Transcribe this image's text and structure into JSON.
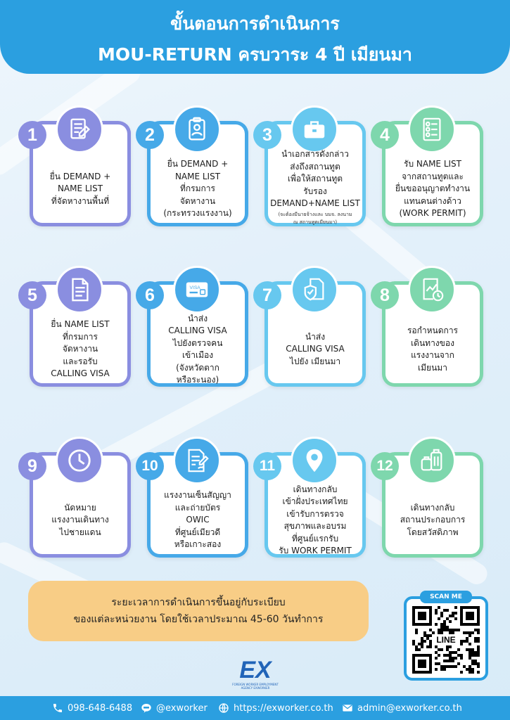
{
  "header": {
    "title_line1": "ขั้นตอนการดำเนินการ",
    "title_line2": "MOU-RETURN ครบวาระ 4 ปี เมียนมา"
  },
  "steps": [
    {
      "number": "1",
      "icon": "document-edit-icon",
      "lines": [
        "ยื่น DEMAND +",
        "NAME LIST",
        "ที่จัดหางานพื้นที่"
      ]
    },
    {
      "number": "2",
      "icon": "clipboard-person-icon",
      "lines": [
        "ยื่น DEMAND +",
        "NAME LIST",
        "ที่กรมการ",
        "จัดหางาน",
        "(กระทรวงแรงงาน)"
      ]
    },
    {
      "number": "3",
      "icon": "briefcase-icon",
      "lines": [
        "นำเอกสารดังกล่าว",
        "ส่งถึงสถานทูต",
        "เพื่อให้สถานทูต",
        "รับรอง",
        "DEMAND+NAME LIST"
      ],
      "note": [
        "(จะต้องมีนายจ้างและ บมจ. ลงนาม",
        "ณ สถานทูตเมียนมา)"
      ]
    },
    {
      "number": "4",
      "icon": "name-list-icon",
      "lines": [
        "รับ NAME LIST",
        "จากสถานทูตและ",
        "ยื่นขออนุญาตทำงาน",
        "แทนคนต่างด้าว",
        "(WORK PERMIT)"
      ]
    },
    {
      "number": "5",
      "icon": "document-lines-icon",
      "lines": [
        "ยื่น NAME LIST",
        "ที่กรมการ",
        "จัดหางาน",
        "และรอรับ",
        "CALLING VISA"
      ]
    },
    {
      "number": "6",
      "icon": "visa-card-icon",
      "icon_label": "VISA",
      "lines": [
        "นำส่ง",
        "CALLING VISA",
        "ไปยังตรวจคน",
        "เข้าเมือง",
        "(จังหวัดตาก",
        "หรือระนอง)"
      ]
    },
    {
      "number": "7",
      "icon": "shield-document-icon",
      "lines": [
        "นำส่ง",
        "CALLING VISA",
        "ไปยัง เมียนมา"
      ]
    },
    {
      "number": "8",
      "icon": "report-clock-icon",
      "lines": [
        "รอกำหนดการ",
        "เดินทางของ",
        "แรงงานจาก",
        "เมียนมา"
      ]
    },
    {
      "number": "9",
      "icon": "clock-icon",
      "lines": [
        "นัดหมาย",
        "แรงงานเดินทาง",
        "ไปชายแดน"
      ]
    },
    {
      "number": "10",
      "icon": "contract-sign-icon",
      "lines": [
        "แรงงานเซ็นสัญญา",
        "และถ่ายบัตร",
        "OWIC",
        "ที่ศูนย์เมียวดี",
        "หรือเกาะสอง"
      ]
    },
    {
      "number": "11",
      "icon": "location-pin-icon",
      "lines": [
        "เดินทางกลับ",
        "เข้าฝั่งประเทศไทย",
        "เข้ารับการตรวจ",
        "สุขภาพและอบรม",
        "ที่ศูนย์แรกรับ",
        "รับ WORK PERMIT"
      ]
    },
    {
      "number": "12",
      "icon": "luggage-icon",
      "lines": [
        "เดินทางกลับ",
        "สถานประกอบการ",
        "โดยสวัสดิภาพ"
      ]
    }
  ],
  "notice": {
    "line1": "ระยะเวลาการดำเนินการขึ้นอยู่กับระเบียบ",
    "line2": "ของแต่ละหน่วยงาน โดยใช้เวลาประมาณ 45-60 วันทำการ"
  },
  "qr": {
    "tag": "SCAN ME",
    "label": "LINE"
  },
  "logo": {
    "text": "EX",
    "sub": "FOREIGN WORKER EMPLOYMENT AGENCY EXWORKER"
  },
  "footer": {
    "phone": "098-648-6488",
    "line": "@exworker",
    "website": "https://exworker.co.th",
    "email": "admin@exworker.co.th"
  },
  "colors": {
    "header": "#2b9fe0",
    "purple": "#8a8ee0",
    "blue": "#46a9e8",
    "cyan": "#67c8ef",
    "green": "#7ed7ad",
    "notice": "#f8cd86"
  }
}
